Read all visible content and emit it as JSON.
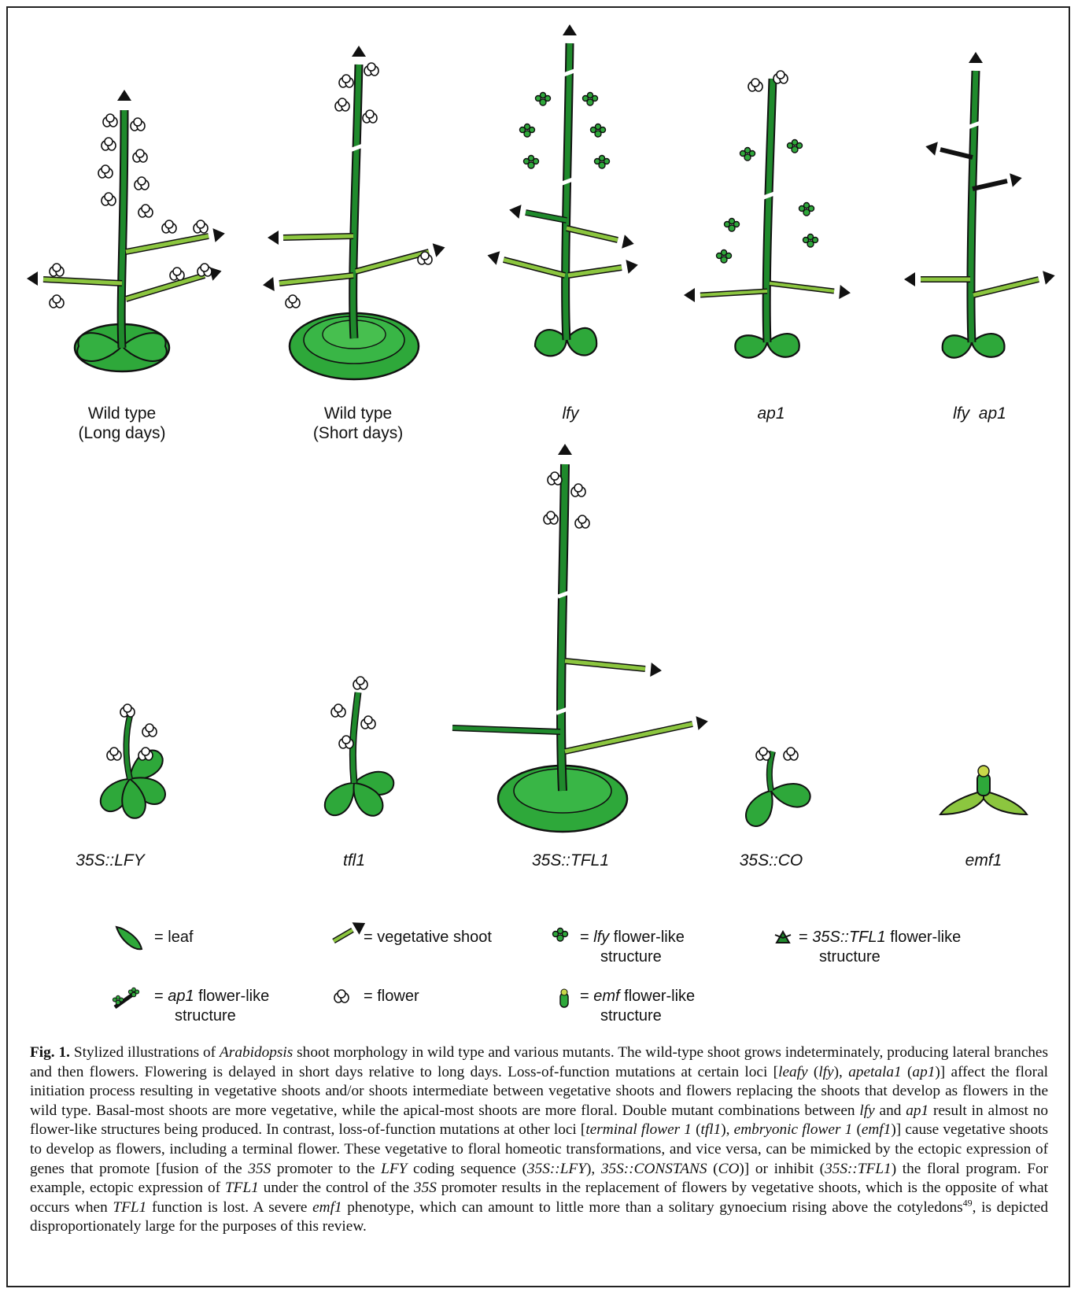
{
  "figure": {
    "plant_labels": [
      {
        "id": "wt-long",
        "line1": "Wild type",
        "line2": "(Long days)",
        "italic": false
      },
      {
        "id": "wt-short",
        "line1": "Wild type",
        "line2": "(Short days)",
        "italic": false
      },
      {
        "id": "lfy",
        "line1": "lfy",
        "line2": "",
        "italic": true
      },
      {
        "id": "ap1",
        "line1": "ap1",
        "line2": "",
        "italic": true
      },
      {
        "id": "lfy-ap1",
        "line1": "lfy  ap1",
        "line2": "",
        "italic": true
      },
      {
        "id": "35s-lfy",
        "line1": "35S::LFY",
        "line2": "",
        "italic": true
      },
      {
        "id": "tfl1",
        "line1": "tfl1",
        "line2": "",
        "italic": true
      },
      {
        "id": "35s-tfl1",
        "line1": "35S::TFL1",
        "line2": "",
        "italic": true
      },
      {
        "id": "35s-co",
        "line1": "35S::CO",
        "line2": "",
        "italic": true
      },
      {
        "id": "emf1",
        "line1": "emf1",
        "line2": "",
        "italic": true
      }
    ],
    "legend": [
      {
        "icon": "leaf-icon",
        "prefix": "= ",
        "term": "",
        "text": "leaf",
        "line2": ""
      },
      {
        "icon": "vegetative-shoot-icon",
        "prefix": "= ",
        "term": "",
        "text": "vegetative shoot",
        "line2": ""
      },
      {
        "icon": "lfy-flower-like-icon",
        "prefix": "= ",
        "term": "lfy",
        "text": " flower-like",
        "line2": "structure"
      },
      {
        "icon": "35s-tfl1-flower-like-icon",
        "prefix": "= ",
        "term": "35S::TFL1",
        "text": " flower-like",
        "line2": "structure"
      },
      {
        "icon": "ap1-flower-like-icon",
        "prefix": "= ",
        "term": "ap1",
        "text": " flower-like",
        "line2": "structure"
      },
      {
        "icon": "flower-icon",
        "prefix": "= ",
        "term": "",
        "text": "flower",
        "line2": ""
      },
      {
        "icon": "emf-flower-like-icon",
        "prefix": "= ",
        "term": "emf",
        "text": " flower-like",
        "line2": "structure"
      }
    ],
    "colors": {
      "stem_dark": "#1f8a2c",
      "stem_light": "#8cc63f",
      "leaf": "#2ea83a",
      "outline": "#111111",
      "flower": "#ffffff"
    }
  },
  "caption": {
    "fig_label": "Fig. 1.",
    "parts": [
      " Stylized illustrations of ",
      "Arabidopsis",
      " shoot morphology in wild type and various mutants. The wild-type shoot grows indeterminately, producing lateral branches and then flowers. Flowering is delayed in short days relative to long days. Loss-of-function mutations at certain loci [",
      "leafy",
      " (",
      "lfy",
      "), ",
      "apetala1",
      " (",
      "ap1",
      ")] affect the floral initiation process resulting in vegetative shoots and/or shoots intermediate between vegetative shoots and flowers replacing the shoots that develop as flowers in the wild type. Basal-most shoots are more vegetative, while the apical-most shoots are more floral. Double mutant combinations between ",
      "lfy",
      " and ",
      "ap1",
      " result in almost no flower-like structures being produced. In contrast, loss-of-function mutations at other loci [",
      "terminal flower 1",
      " (",
      "tfl1",
      "), ",
      "embryonic flower 1",
      " (",
      "emf1",
      ")] cause vegetative shoots to develop as flowers, including a terminal flower. These vegetative to floral homeotic transformations, and vice versa, can be mimicked by the ectopic expression of genes that promote [fusion of the ",
      "35S",
      " promoter to the ",
      "LFY",
      " coding sequence (",
      "35S::LFY",
      "), ",
      "35S::CONSTANS",
      " (",
      "CO",
      ")] or inhibit (",
      "35S::TFL1",
      ") the floral program. For example, ectopic expression of ",
      "TFL1",
      " under the control of the ",
      "35S",
      " promoter results in the replacement of flowers by vegetative shoots, which is the opposite of what occurs when ",
      "TFL1",
      " function is lost. A severe ",
      "emf1",
      " phenotype, which can amount to little more than a solitary gynoecium rising above the cotyledons",
      "49",
      ", is depicted disproportionately large for the purposes of this review."
    ]
  }
}
